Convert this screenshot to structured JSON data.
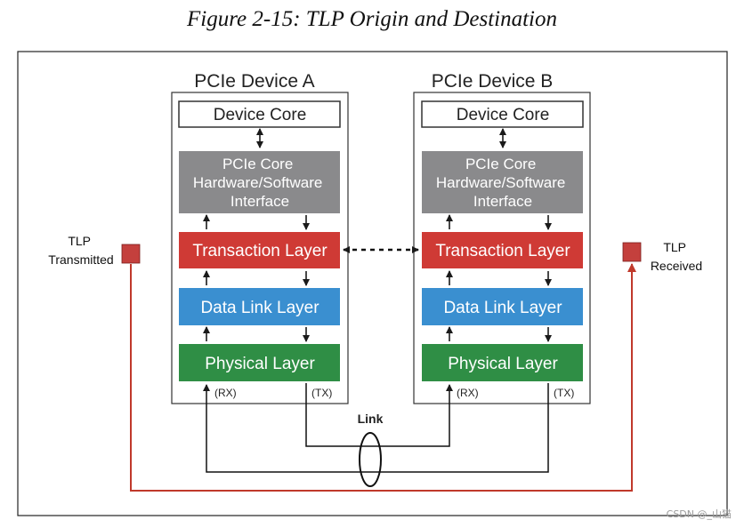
{
  "figure": {
    "caption": "Figure 2-15: TLP Origin and Destination"
  },
  "devices": [
    {
      "title": "PCIe Device A",
      "device_core": "Device Core",
      "interface": [
        "PCIe Core",
        "Hardware/Software",
        "Interface"
      ],
      "transaction_layer": "Transaction Layer",
      "data_link_layer": "Data Link Layer",
      "physical_layer": "Physical Layer",
      "rx": "(RX)",
      "tx": "(TX)"
    },
    {
      "title": "PCIe Device B",
      "device_core": "Device Core",
      "interface": [
        "PCIe Core",
        "Hardware/Software",
        "Interface"
      ],
      "transaction_layer": "Transaction Layer",
      "data_link_layer": "Data Link Layer",
      "physical_layer": "Physical Layer",
      "rx": "(RX)",
      "tx": "(TX)"
    }
  ],
  "link_label": "Link",
  "tlp_transmitted": [
    "TLP",
    "Transmitted"
  ],
  "tlp_received": [
    "TLP",
    "Received"
  ],
  "colors": {
    "transaction": "#cf3a35",
    "data_link": "#3a8fd0",
    "physical": "#2f8e45",
    "interface": "#8a8a8c",
    "tlp_marker": "#c4403d",
    "tlp_path": "#c0392b"
  },
  "watermark": "CSDN @_山猫"
}
